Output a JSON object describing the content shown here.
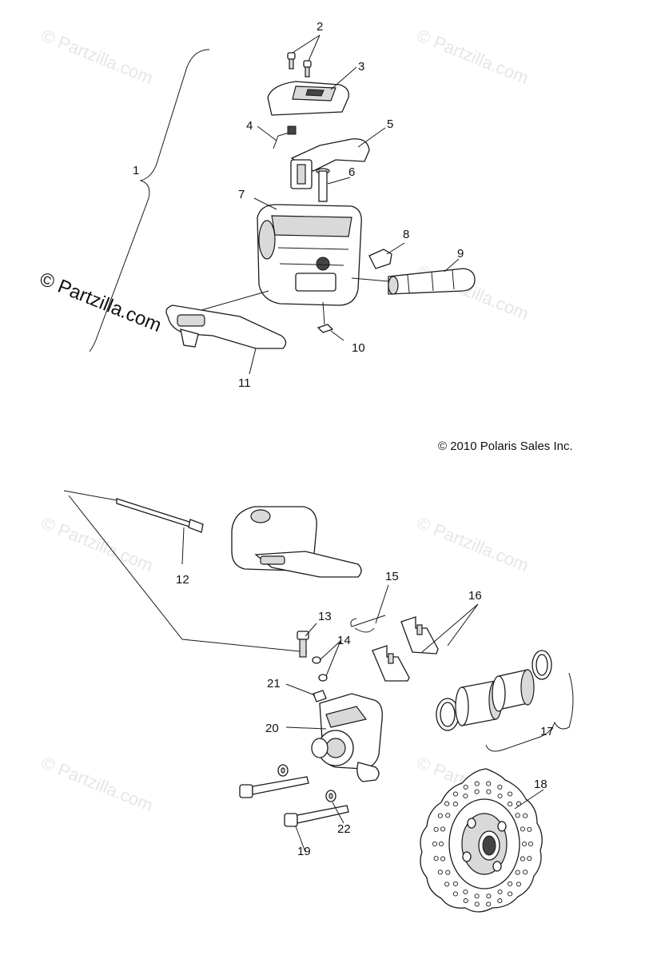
{
  "watermark": "© Partzilla.com",
  "copyright": "© 2010 Polaris Sales Inc.",
  "callouts": [
    "1",
    "2",
    "3",
    "4",
    "5",
    "6",
    "7",
    "8",
    "9",
    "10",
    "11",
    "12",
    "13",
    "14",
    "15",
    "16",
    "17",
    "18",
    "19",
    "20",
    "21",
    "22"
  ]
}
